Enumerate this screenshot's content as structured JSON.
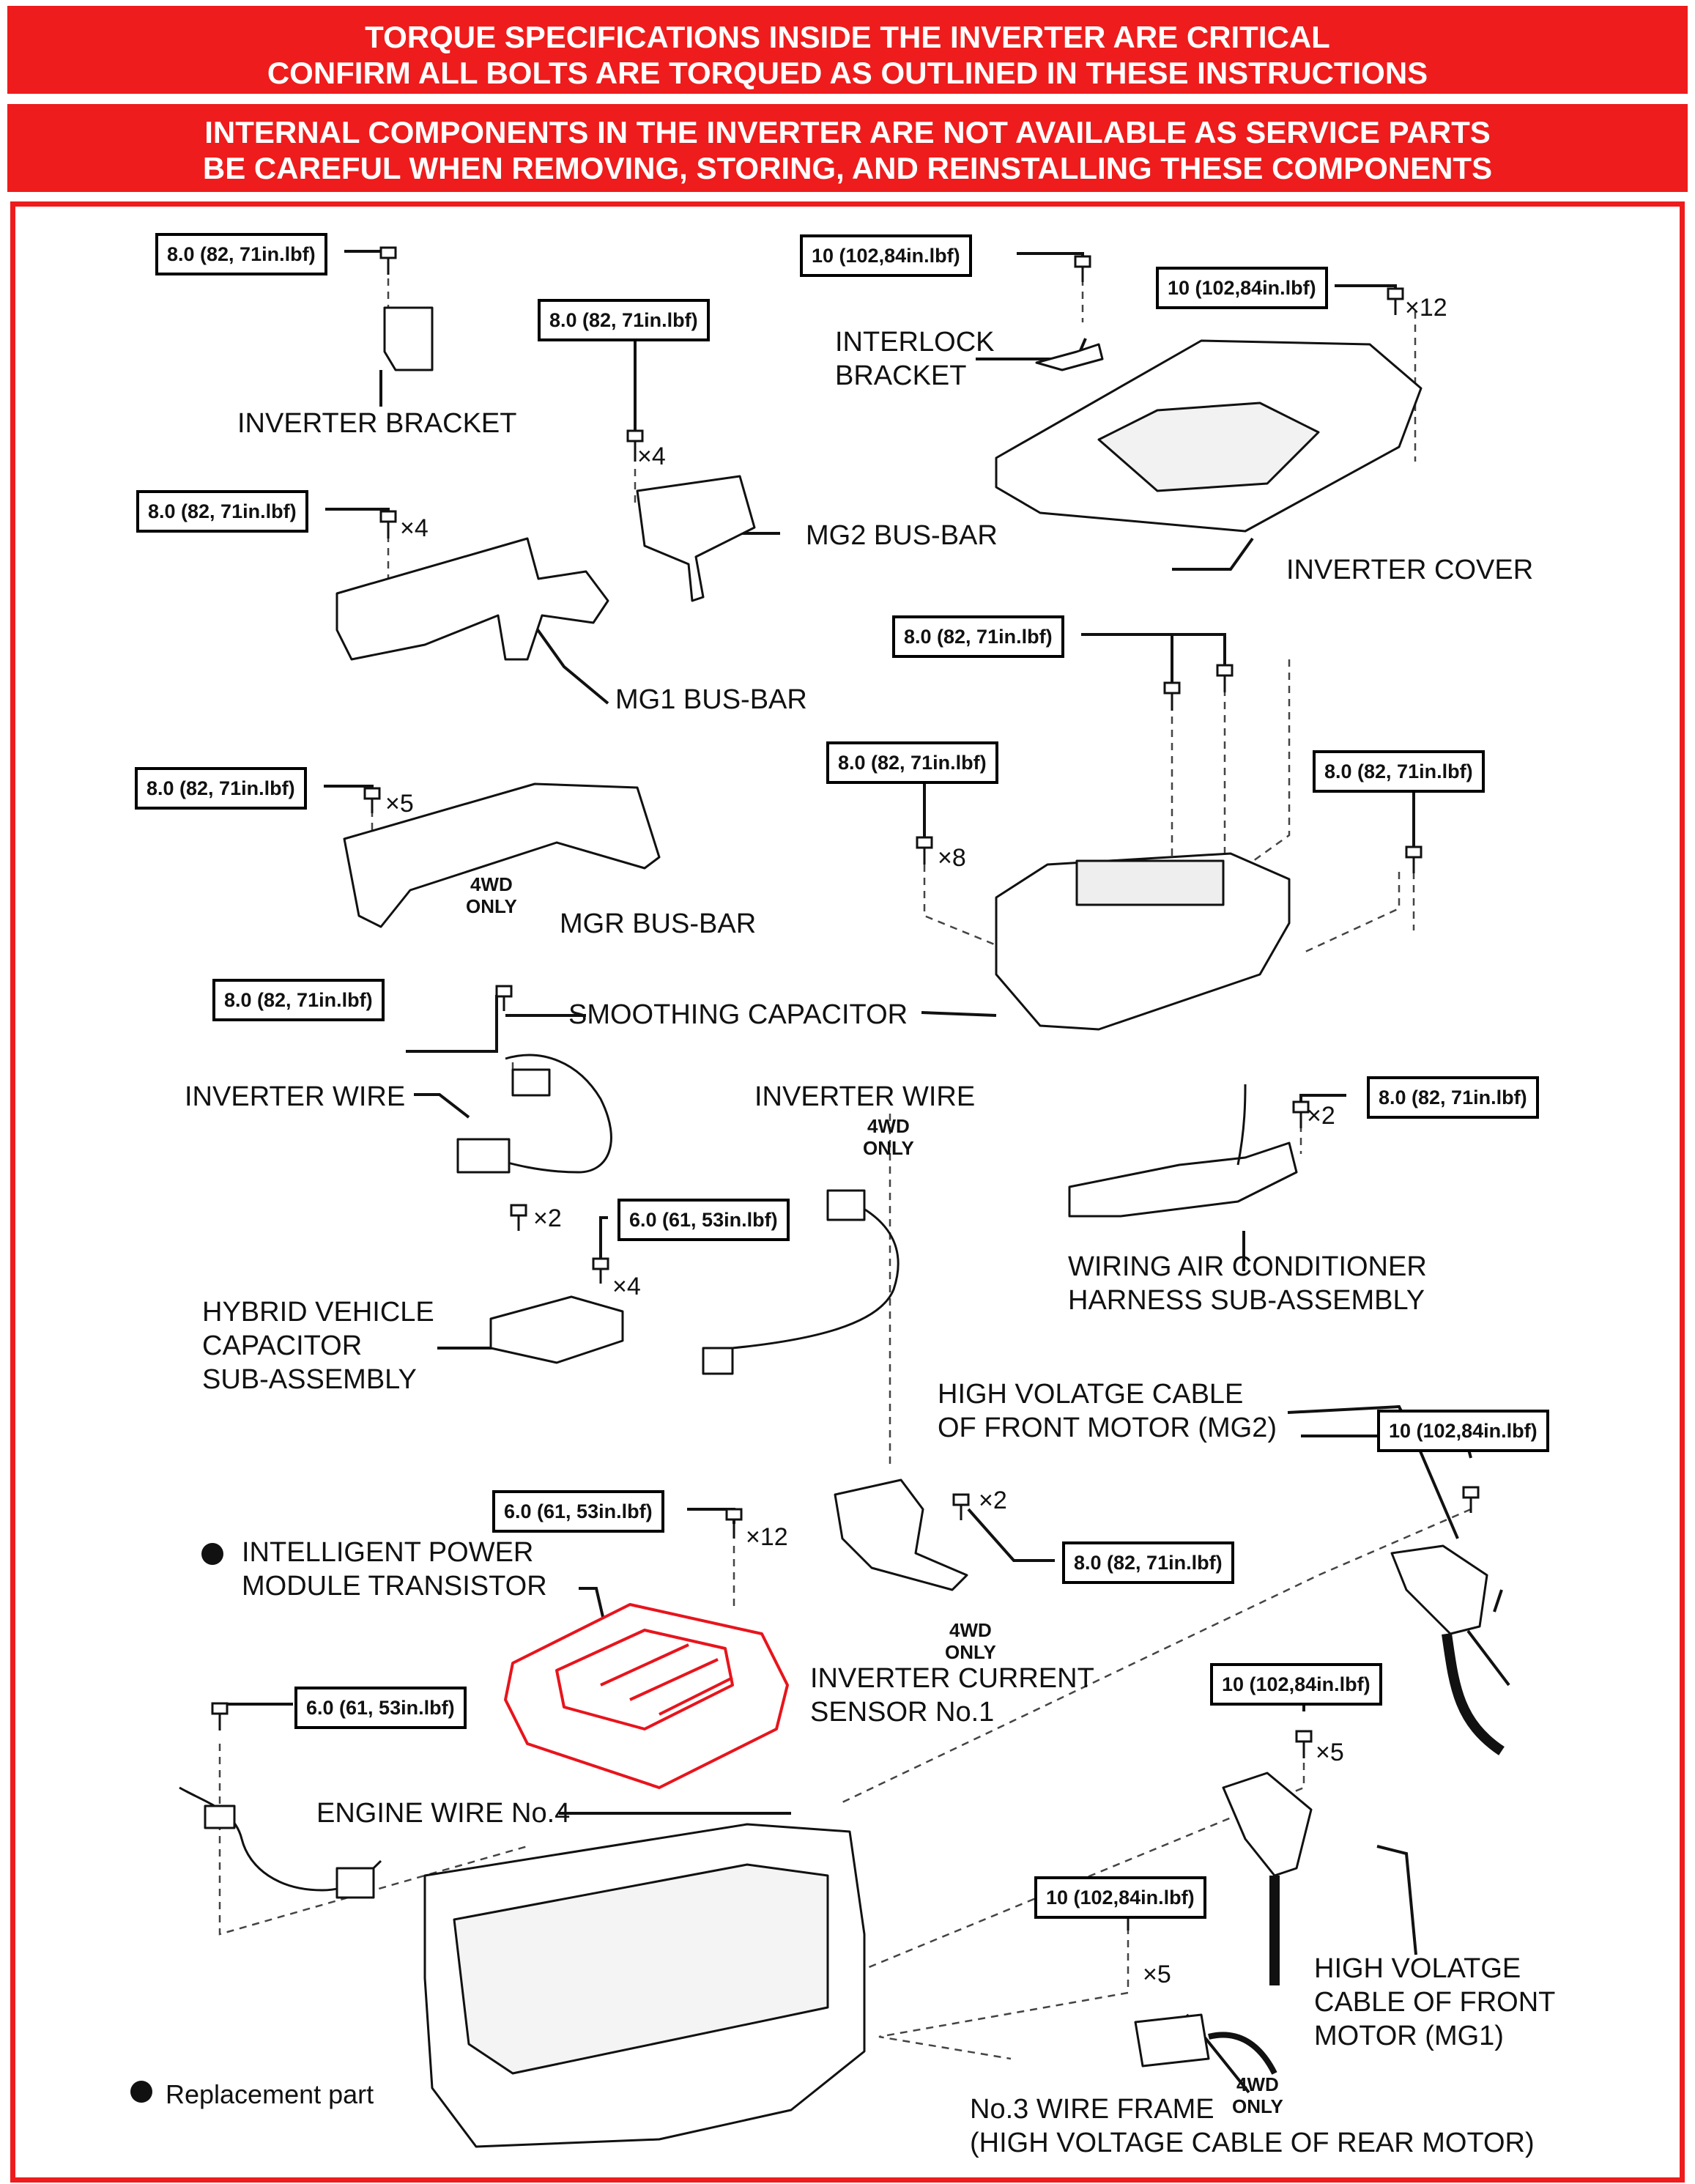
{
  "banners": {
    "b1": [
      "TORQUE SPECIFICATIONS INSIDE THE INVERTER ARE CRITICAL",
      "CONFIRM ALL BOLTS ARE TORQUED AS OUTLINED IN THESE INSTRUCTIONS"
    ],
    "b2": [
      "INTERNAL COMPONENTS IN THE INVERTER ARE NOT AVAILABLE AS SERVICE PARTS",
      "BE CAREFUL WHEN REMOVING, STORING, AND REINSTALLING THESE COMPONENTS"
    ]
  },
  "torques": {
    "t80": "8.0 (82, 71in.lbf)",
    "t10": "10 (102,84in.lbf)",
    "t60": "6.0 (61, 53in.lbf)"
  },
  "labels": {
    "inverter_bracket": "INVERTER BRACKET",
    "interlock_bracket": [
      "INTERLOCK",
      "BRACKET"
    ],
    "mg2_busbar": "MG2 BUS-BAR",
    "inverter_cover": "INVERTER COVER",
    "mg1_busbar": "MG1 BUS-BAR",
    "mgr_busbar": "MGR BUS-BAR",
    "smoothing_capacitor": "SMOOTHING CAPACITOR",
    "inverter_wire": "INVERTER WIRE",
    "ac_harness": [
      "WIRING AIR CONDITIONER",
      "HARNESS SUB-ASSEMBLY"
    ],
    "hv_capacitor": [
      "HYBRID VEHICLE",
      "CAPACITOR",
      "SUB-ASSEMBLY"
    ],
    "hv_cable_mg2": [
      "HIGH VOLATGE CABLE",
      "OF FRONT MOTOR (MG2)"
    ],
    "ipm": [
      "INTELLIGENT POWER",
      "MODULE TRANSISTOR"
    ],
    "current_sensor": [
      "INVERTER CURRENT",
      "SENSOR No.1"
    ],
    "engine_wire": "ENGINE WIRE No.4",
    "hv_cable_mg1": [
      "HIGH VOLATGE",
      "CABLE OF FRONT",
      "MOTOR (MG1)"
    ],
    "wire_frame": [
      "No.3 WIRE FRAME",
      "(HIGH VOLTAGE CABLE OF REAR MOTOR)"
    ]
  },
  "mults": {
    "x2": "×2",
    "x4": "×4",
    "x5": "×5",
    "x8": "×8",
    "x12": "×12"
  },
  "notes": {
    "wd_line1": "4WD",
    "wd_line2": "ONLY"
  },
  "legend": "Replacement part",
  "colors": {
    "banner": "#ee1c1c",
    "highlight": "#e8141c",
    "ink": "#111111"
  }
}
